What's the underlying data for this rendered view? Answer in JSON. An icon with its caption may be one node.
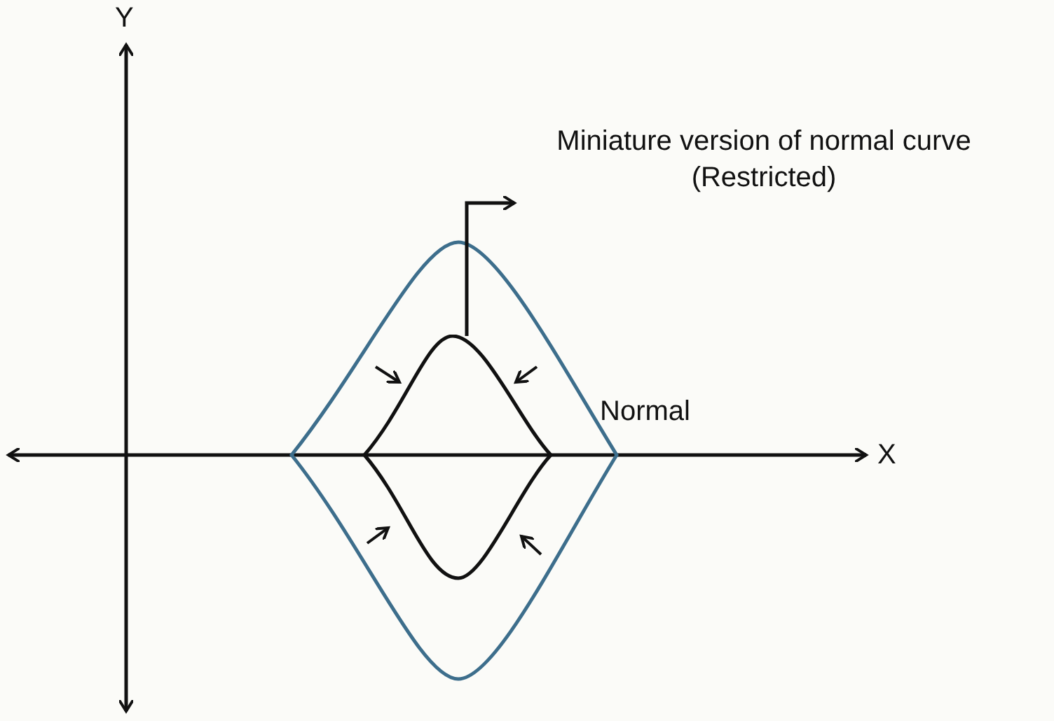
{
  "diagram": {
    "nodes": [
      {
        "text": [
          "Miniature version of normal curve (Restricted)"
        ]
      },
      {
        "text": [],
        "shape": "diamond"
      }
    ],
    "edges": [
      {
        "from": 1,
        "to": 0,
        "arrow": "to"
      }
    ],
    "labels": [
      "Y",
      "Normal",
      "X"
    ]
  }
}
